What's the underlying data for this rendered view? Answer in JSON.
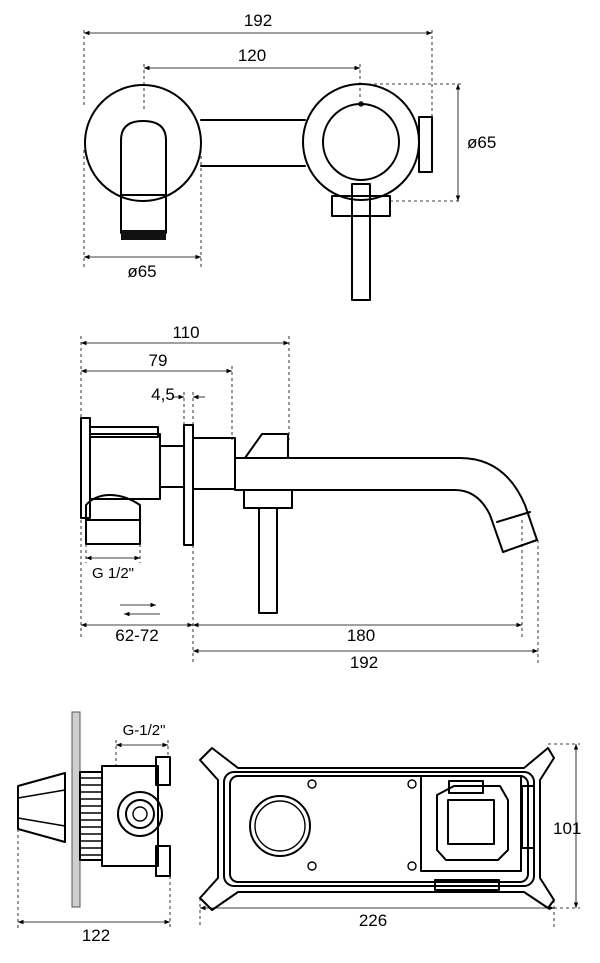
{
  "views": {
    "top": {
      "overall_width": "192",
      "center_distance": "120",
      "spout_rosette_diameter": "ø65",
      "lever_rosette_diameter": "ø65"
    },
    "side": {
      "depth_total": "110",
      "depth_body": "79",
      "plate_thickness": "4,5",
      "connection_thread": "G 1/2\"",
      "wall_adjust_range": "62-72",
      "spout_projection": "180",
      "spout_total": "192"
    },
    "box": {
      "connection_thread": "G-1/2\"",
      "box_depth": "122",
      "box_width": "226",
      "box_height": "101"
    }
  }
}
